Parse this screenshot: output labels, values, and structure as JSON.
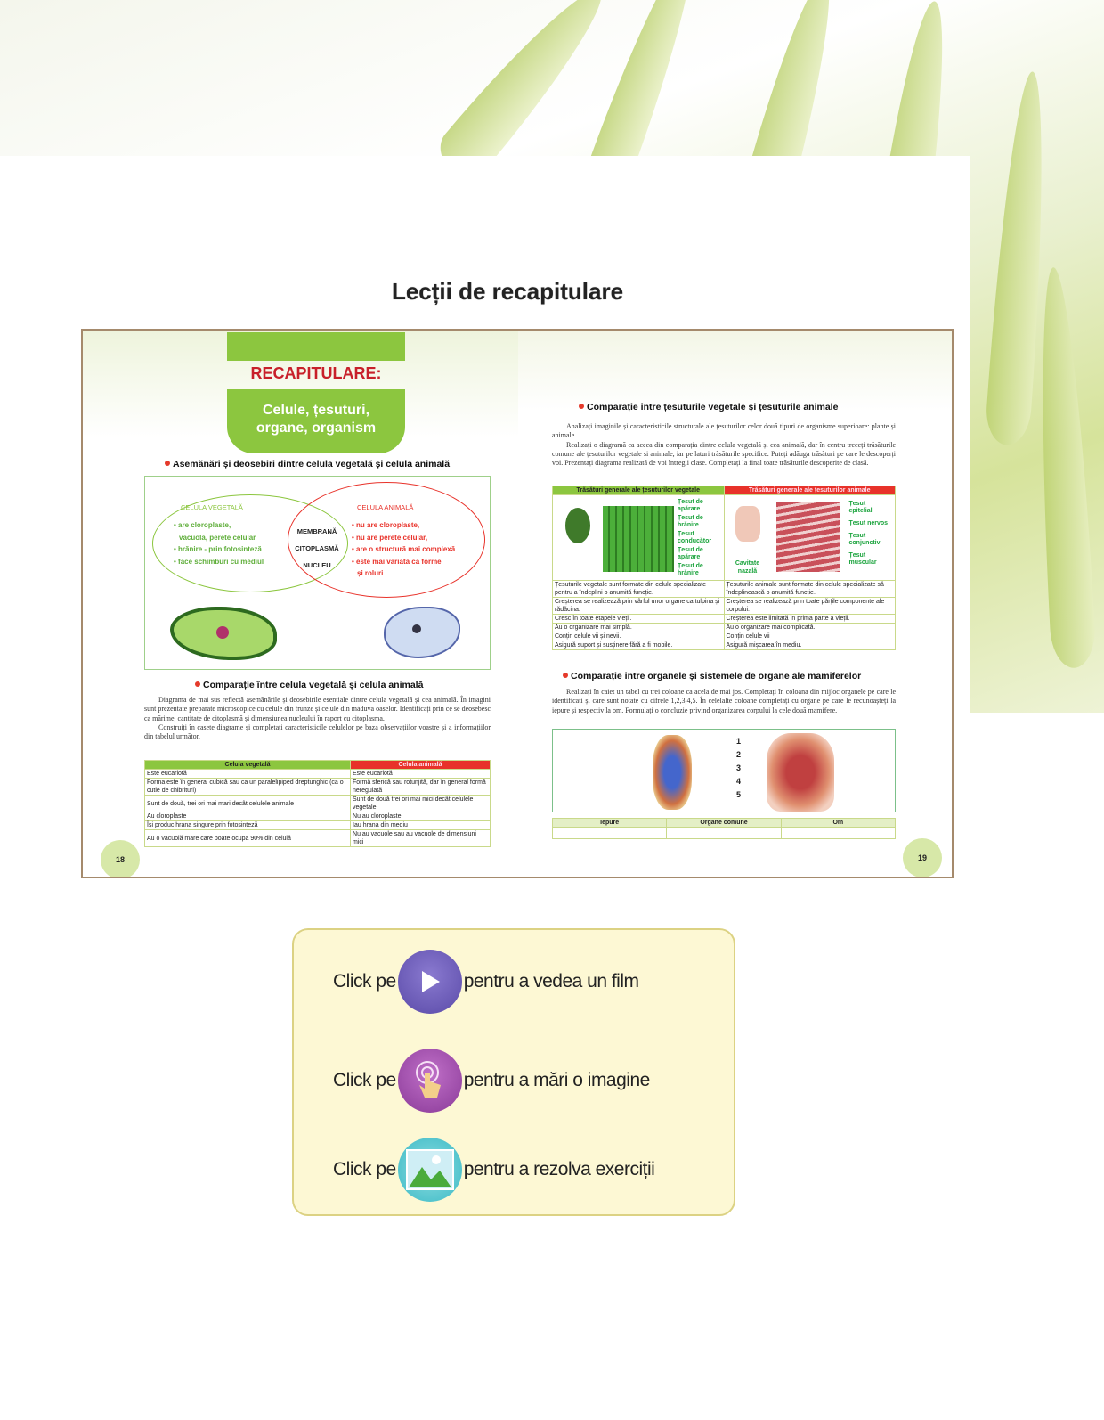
{
  "header": {
    "title": "Lecții de recapitulare"
  },
  "left_page": {
    "banner": "RECAPITULARE:",
    "subtitle": "Celule, țesuturi, organe, organism",
    "section1_title": "Asemănări și deosebiri dintre celula vegetală și celula animală",
    "venn": {
      "plant_title": "CELULA VEGETALĂ",
      "plant_items": [
        "• are cloroplaste,",
        "vacuolă, perete celular",
        "• hrănire - prin fotosinteză",
        "• face schimburi cu mediul"
      ],
      "common": [
        "MEMBRANĂ",
        "CITOPLASMĂ",
        "NUCLEU"
      ],
      "animal_title": "CELULA ANIMALĂ",
      "animal_items": [
        "• nu are cloroplaste,",
        "• nu are perete celular,",
        "• are o structură mai complexă",
        "• este mai variată ca forme",
        "și roluri"
      ]
    },
    "section2_title": "Comparație între celula vegetală și celula animală",
    "paragraphs": [
      "Diagrama de mai sus reflectă asemănările și deosebirile esențiale dintre celula vegetală și cea animală. În imagini sunt prezentate preparate microscopice cu celule din frunze și celule din măduva oaselor. Identificați prin ce se deosebesc ca mărime, cantitate de citoplasmă și dimensiunea nucleului în raport cu citoplasma.",
      "Construiți în casete diagrame și completați caracteristicile celulelor pe baza observațiilor voastre și a informațiilor din tabelul următor."
    ],
    "table": {
      "headers": [
        "Celula vegetală",
        "Celula animală"
      ],
      "rows": [
        [
          "Este eucariotă",
          "Este eucariotă"
        ],
        [
          "Forma este în general cubică sau ca un paralelipiped dreptunghic (ca o cutie de chibrituri)",
          "Formă sferică sau rotunjită, dar în general formă neregulată"
        ],
        [
          "Sunt de două, trei ori mai mari decât celulele animale",
          "Sunt de două trei ori mai mici decât celulele vegetale"
        ],
        [
          "Au cloroplaste",
          "Nu au cloroplaste"
        ],
        [
          "Își produc hrana singure prin fotosinteză",
          "Iau hrana din mediu"
        ],
        [
          "Au o vacuolă mare care poate ocupa 90% din celulă",
          "Nu au vacuole sau au vacuole de dimensiuni mici"
        ]
      ]
    },
    "page_number": "18"
  },
  "right_page": {
    "section1_title": "Comparație între țesuturile vegetale și țesuturile animale",
    "paragraphs": [
      "Analizați imaginile și caracteristicile structurale ale țesuturilor celor două tipuri de organisme superioare: plante și animale.",
      "Realizați o diagramă ca aceea din comparația dintre celula vegetală și cea animală, dar în centru treceți trăsăturile comune ale țesuturilor vegetale și animale, iar pe laturi trăsăturile specifice. Puteți adăuga trăsături pe care le descoperți voi. Prezentați diagrama realizată de voi întregii clase. Completați la final toate trăsăturile descoperite de clasă."
    ],
    "table": {
      "headers": [
        "Trăsături generale ale țesuturilor vegetale",
        "Trăsături generale ale țesuturilor animale"
      ],
      "plant_labels": [
        "Țesut de apărare",
        "Țesut de hrănire",
        "Țesut conducător",
        "Țesut de apărare",
        "Țesut de hrănire"
      ],
      "animal_labels": [
        "Țesut epitelial",
        "Țesut nervos",
        "Țesut conjunctiv",
        "Țesut muscular",
        "Cavitate nazală"
      ],
      "rows": [
        [
          "Țesuturile vegetale sunt formate din celule specializate pentru a îndeplini o anumită funcție.",
          "Țesuturile animale sunt formate din celule specializate să îndeplinească o anumită funcție."
        ],
        [
          "Creșterea se realizează prin vârful unor organe ca tulpina și rădăcina.",
          "Creșterea se realizează prin toate părțile componente ale corpului."
        ],
        [
          "Cresc în toate etapele vieții.",
          "Creșterea este limitată în prima parte a vieții."
        ],
        [
          "Au o organizare mai simplă.",
          "Au o organizare mai complicată."
        ],
        [
          "Conțin celule vii și nevii.",
          "Conțin celule vii"
        ],
        [
          "Asigură suport și susținere fără a fi mobile.",
          "Asigură mișcarea în mediu."
        ]
      ]
    },
    "section2_title": "Comparație între organele și sistemele de organe ale mamiferelor",
    "paragraph2": "Realizați în caiet un tabel cu trei coloane ca acela de mai jos. Completați în coloana din mijloc organele pe care le identificați și care sunt notate cu cifrele 1,2,3,4,5. În celelalte coloane completați cu organe pe care le recunoașteți la iepure și respectiv la om. Formulați o concluzie privind organizarea corpului la cele două mamifere.",
    "organ_numbers": [
      "1",
      "2",
      "3",
      "4",
      "5"
    ],
    "organ_table_headers": [
      "Iepure",
      "Organe comune",
      "Om"
    ],
    "page_number": "19"
  },
  "legend": {
    "items": [
      {
        "prefix": "Click pe",
        "suffix": "pentru a vedea un film",
        "icon": "play-icon"
      },
      {
        "prefix": "Click pe",
        "suffix": "pentru a mări o imagine",
        "icon": "tap-icon"
      },
      {
        "prefix": "Click pe",
        "suffix": "pentru a rezolva exerciții",
        "icon": "image-icon"
      }
    ]
  },
  "colors": {
    "green": "#8cc63f",
    "red": "#e8322a",
    "frame": "#a58a6c",
    "legend_bg": "#fdf8d4"
  }
}
